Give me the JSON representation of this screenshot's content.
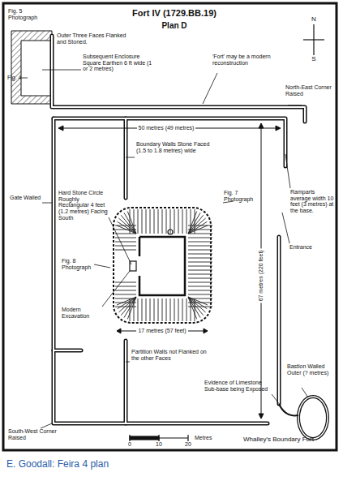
{
  "diagram": {
    "title": "Fort IV (1729.BB.19)",
    "caption": "E. Goodall: Feira 4 plan",
    "labels": [
      "Plan D",
      "Fig. 5 Photograph",
      "Outer Three Faces Flanked and Stoned.",
      "Fig. 4",
      "Subsequent Enclosure Square Earthen 6 ft wide (1 or 2 metres)",
      "'Fort' may be a modern reconstruction",
      "North-East Corner Raised",
      "50 metres (49 metres)",
      "Boundary Walls Stone Faced (1.5 to 1.8 metres) wide",
      "Ramparts average width 10 feet (3 metres) at the base.",
      "Fig. 7 Photograph",
      "Entrance",
      "Gate Walled",
      "Hard Stone Circle Roughly Rectangular 4 feet (1.2 metres) Facing South",
      "Fig. 8 Photograph",
      "Modern Excavation",
      "17 metres (57 feet)",
      "Partition Walls not Flanked on the other Faces",
      "67 metres (220 feet)",
      "Evidence of Limestone Sub-base being Exposed",
      "Bastion Walled Outer (? metres)",
      "South-West Corner Raised",
      "0",
      "10",
      "20",
      "Metres",
      "Whalley's Boundary Fort",
      "N",
      "S"
    ]
  }
}
